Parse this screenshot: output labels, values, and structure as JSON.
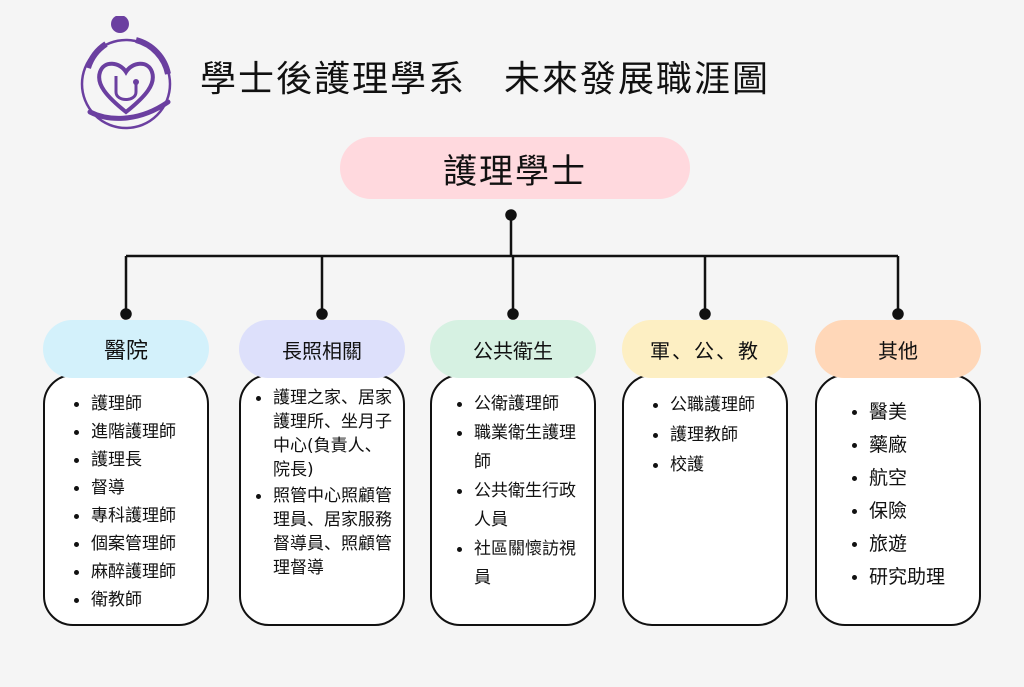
{
  "title": "學士後護理學系　未來發展職涯圖",
  "root": {
    "label": "護理學士",
    "color": "#ffd9de"
  },
  "categories": [
    {
      "label": "醫院",
      "color": "#d3f1fb",
      "items": [
        "護理師",
        "進階護理師",
        "護理長",
        "督導",
        "專科護理師",
        "個案管理師",
        "麻醉護理師",
        "衛教師"
      ]
    },
    {
      "label": "長照相關",
      "color": "#dde0fb",
      "items": [
        "護理之家、居家護理所、坐月子中心(負責人、院長)",
        "照管中心照顧管理員、居家服務督導員、照顧管理督導"
      ]
    },
    {
      "label": "公共衛生",
      "color": "#d6f1e2",
      "items": [
        "公衛護理師",
        "職業衛生護理師",
        "公共衛生行政人員",
        "社區關懷訪視員"
      ]
    },
    {
      "label": "軍、公、教",
      "color": "#fdefc3",
      "items": [
        "公職護理師",
        "護理教師",
        "校護"
      ]
    },
    {
      "label": "其他",
      "color": "#ffd7b8",
      "items": [
        "醫美",
        "藥廠",
        "航空",
        "保險",
        "旅遊",
        "研究助理"
      ]
    }
  ],
  "colors": {
    "logo_purple": "#6b3fa0",
    "line": "#111111"
  }
}
